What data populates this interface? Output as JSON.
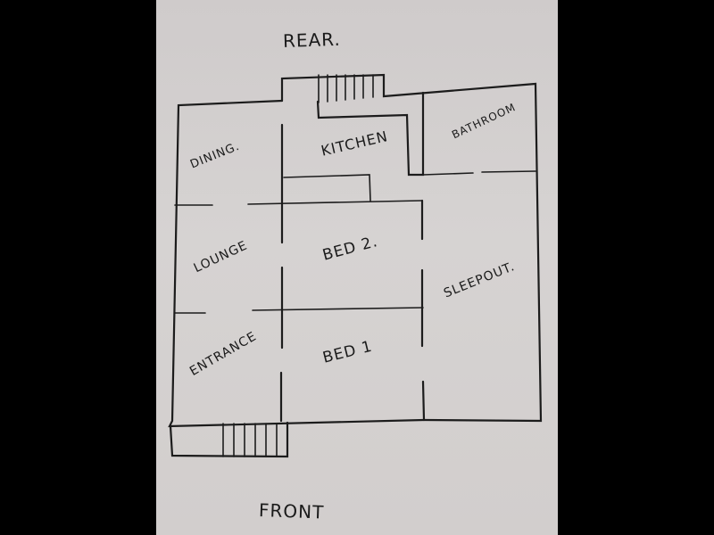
{
  "colors": {
    "background": "#000000",
    "paper": "#d3cfce",
    "ink": "#1c1c1c"
  },
  "labels": {
    "rear": "REAR.",
    "front": "FRONT",
    "dining": "DINING.",
    "kitchen": "KITCHEN",
    "bathroom": "BATHROOM",
    "lounge": "LOUNGE",
    "bed2": "BED 2.",
    "sleepout": "SLEEPOUT.",
    "entrance": "ENTRANCE",
    "bed1": "BED 1"
  }
}
